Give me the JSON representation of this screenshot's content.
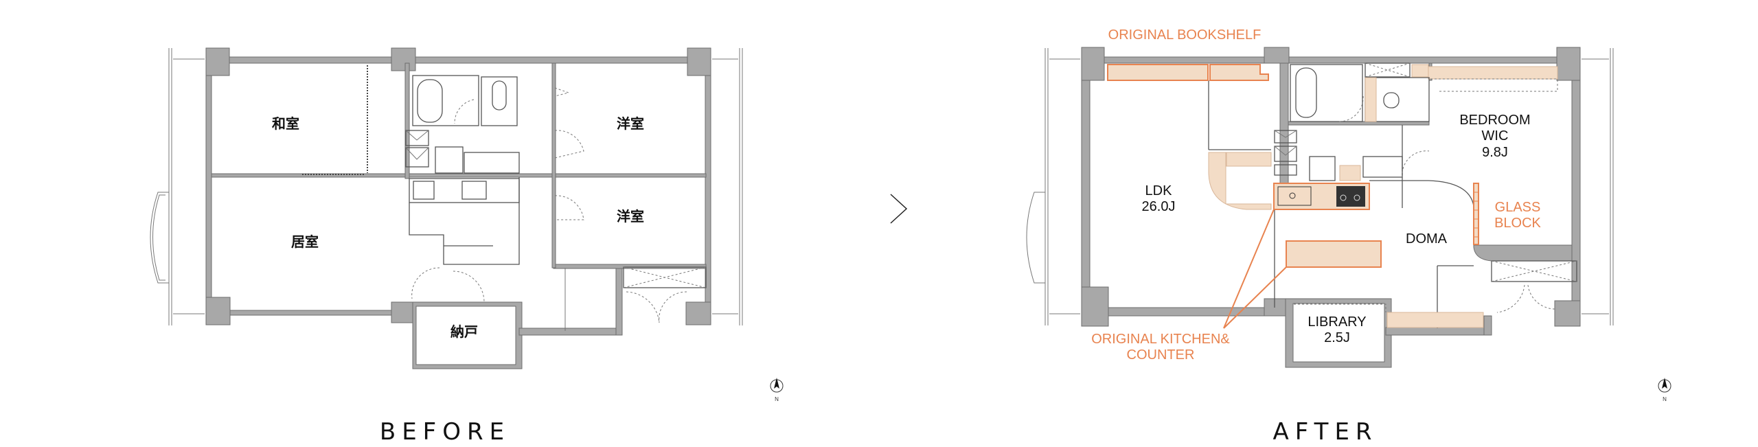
{
  "before": {
    "caption": "BEFORE",
    "rooms": {
      "washitsu": "和室",
      "kyoshitsu": "居室",
      "yoshitsu_1": "洋室",
      "yoshitsu_2": "洋室",
      "nando": "納戸"
    },
    "compass_label": "N"
  },
  "arrow_icon": "chevron-right-icon",
  "after": {
    "caption": "AFTER",
    "rooms": {
      "ldk": "LDK",
      "ldk_size": "26.0J",
      "bedroom": "BEDROOM",
      "wic": "WIC",
      "bedroom_size": "9.8J",
      "doma": "DOMA",
      "library": "LIBRARY",
      "library_size": "2.5J"
    },
    "annotations": {
      "bookshelf": "ORIGINAL BOOKSHELF",
      "glass_1": "GLASS",
      "glass_2": "BLOCK",
      "kitchen_1": "ORIGINAL KITCHEN&",
      "kitchen_2": "COUNTER"
    },
    "compass_label": "N"
  },
  "colors": {
    "accent": "#e8834f",
    "highlight_fill": "#f3dcc6",
    "wall": "#a8a8a8"
  }
}
